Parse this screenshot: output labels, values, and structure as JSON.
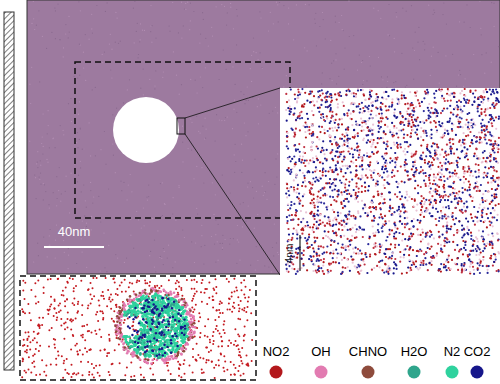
{
  "diagram": {
    "labels": [
      "40nm",
      "4nm"
    ],
    "legend": [
      {
        "text": "NO2",
        "color": "#b3181c"
      },
      {
        "text": "OH",
        "color": "#e27bb1"
      },
      {
        "text": "CHNO",
        "color": "#8e4b3c"
      },
      {
        "text": "H2O",
        "color": "#2fa58c"
      },
      {
        "text": "N2",
        "color": "#2fd29e"
      },
      {
        "text": "CO2",
        "color": "#16168a"
      }
    ]
  }
}
